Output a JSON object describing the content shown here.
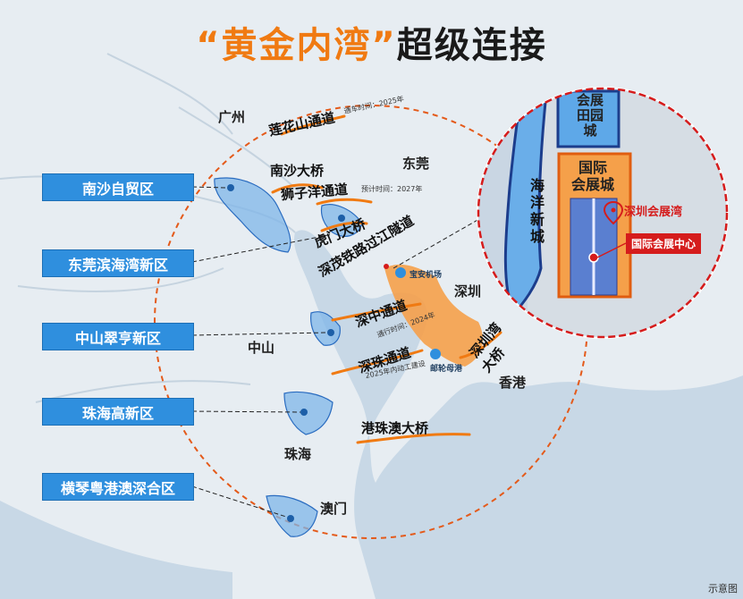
{
  "title": {
    "highlight": "“黄金内湾”",
    "rest": "超级连接"
  },
  "zones": [
    "南沙自贸区",
    "东莞滨海湾新区",
    "中山翠亨新区",
    "珠海高新区",
    "横琴粤港澳深合区"
  ],
  "cities": {
    "guangzhou": "广州",
    "dongguan": "东莞",
    "shenzhen": "深圳",
    "zhongshan": "中山",
    "zhuhai": "珠海",
    "macau": "澳门",
    "hongkong": "香港"
  },
  "routes": {
    "lianhuashan": "莲花山通道",
    "lianhuashan_note": "通车时间：2025年",
    "nansha_bridge": "南沙大桥",
    "shiziyang": "狮子洋通道",
    "shiziyang_note": "预计时间：2027年",
    "humen": "虎门大桥",
    "shenmao": "深茂铁路过江隧道",
    "shenzhong": "深中通道",
    "shenzhong_note": "通行时间：2024年",
    "shenzhu": "深珠通道",
    "shenzhu_note": "2025年内动工建设",
    "hzmb": "港珠澳大桥",
    "shenzhenwan": [
      "深圳湾",
      "大桥"
    ]
  },
  "pois": {
    "airport": "宝安机场",
    "cruise": "邮轮母港"
  },
  "zoom": {
    "tianyuan": [
      "会展",
      "田园城"
    ],
    "convention_city": [
      "国际",
      "会展城"
    ],
    "haiyang": [
      "海",
      "洋",
      "新",
      "城"
    ],
    "bay_label": "深圳会展湾",
    "center_label": "国际会展中心"
  },
  "footer": "示意图",
  "colors": {
    "accent": "#f07a12",
    "zone_fill": "#2f8fde",
    "red": "#d51c1c",
    "orange_area": "#f5a04a"
  }
}
